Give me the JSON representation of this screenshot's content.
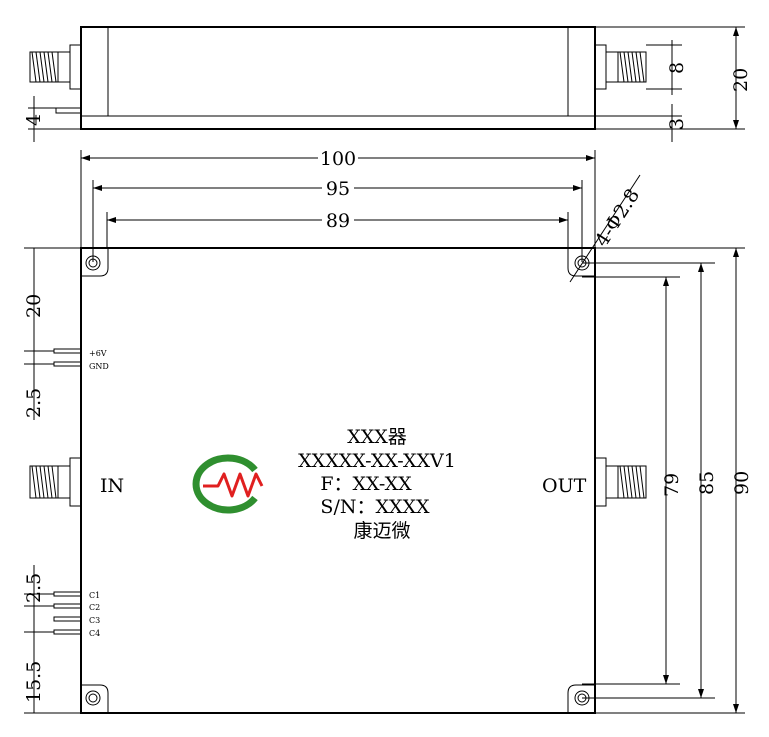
{
  "dimensions": {
    "top_width_100": "100",
    "top_width_95": "95",
    "top_width_89": "89",
    "hole_spec": "4-Φ2.8",
    "side_height_20": "20",
    "side_connector_8": "8",
    "side_bottom_3": "3",
    "side_left_4": "4",
    "right_90": "90",
    "right_85": "85",
    "right_79": "79",
    "left_20": "20",
    "left_2_5_top": "2.5",
    "left_2_5_bottom": "2.5",
    "left_15_5": "15.5"
  },
  "pins": {
    "power": "+6V",
    "ground": "GND",
    "c1": "C1",
    "c2": "C2",
    "c3": "C3",
    "c4": "C4"
  },
  "ports": {
    "input": "IN",
    "output": "OUT"
  },
  "label": {
    "name": "XXX器",
    "model": "XXXXX-XX-XXV1",
    "frequency": "F：XX-XX",
    "serial": "S/N：XXXX",
    "company": "康迈微"
  },
  "logo": {
    "text": "MW",
    "colors": {
      "red": "#e02020",
      "green": "#2f8f2f"
    }
  }
}
